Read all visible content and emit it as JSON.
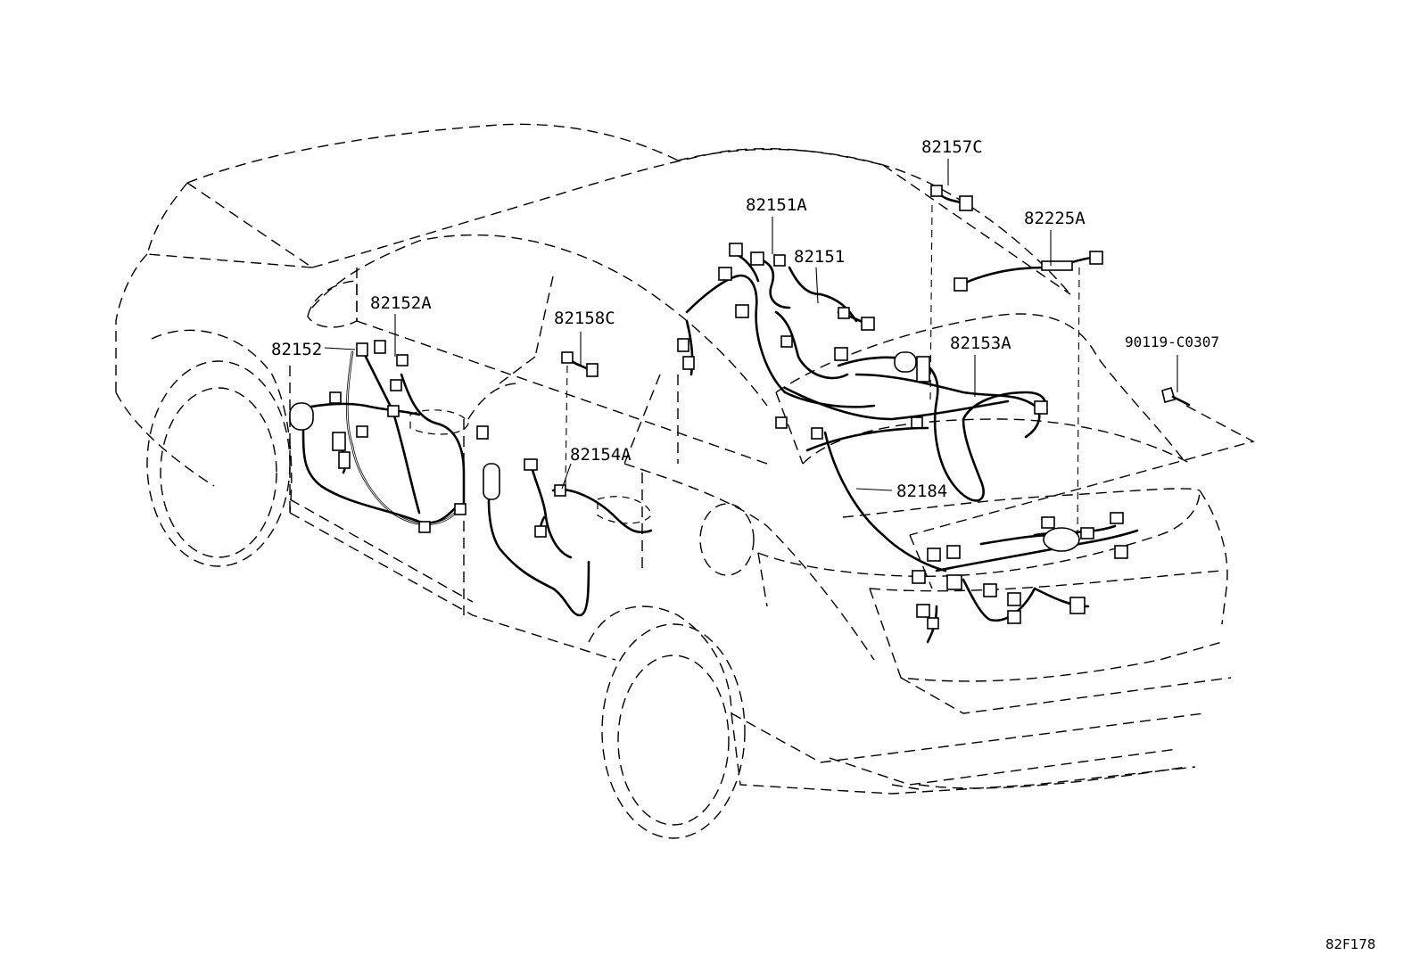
{
  "diagram": {
    "code": "82F178",
    "part_labels": {
      "p82157C": "82157C",
      "p82151A": "82151A",
      "p82225A": "82225A",
      "p82151": "82151",
      "p82152A": "82152A",
      "p82152": "82152",
      "p82158C": "82158C",
      "p82153A": "82153A",
      "p90119": "90119-C0307",
      "p82154A": "82154A",
      "p82184": "82184"
    }
  }
}
